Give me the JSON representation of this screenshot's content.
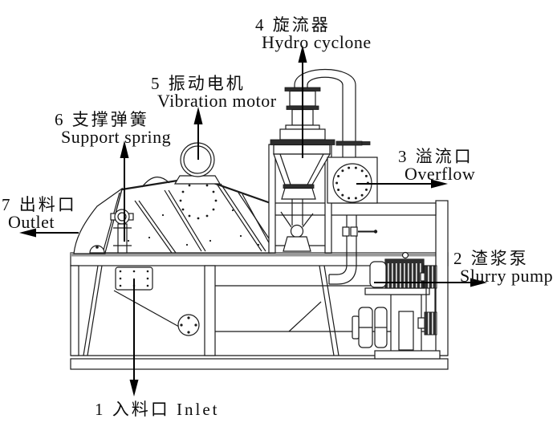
{
  "labels": {
    "hydro_cyclone": {
      "line1": "4 旋流器",
      "line2": "Hydro cyclone"
    },
    "vibration_motor": {
      "line1": "5 振动电机",
      "line2": "Vibration motor"
    },
    "support_spring": {
      "line1": "6 支撑弹簧",
      "line2": "Support spring"
    },
    "outlet": {
      "line1": "7 出料口",
      "line2": "Outlet"
    },
    "overflow": {
      "line1": "3 溢流口",
      "line2": "Overflow"
    },
    "slurry_pump": {
      "line1": "2 渣浆泵",
      "line2": "Slurry pump"
    },
    "inlet": {
      "line1": "1 入料口 Inlet",
      "line2": ""
    }
  },
  "colors": {
    "line": "#1a1a1a",
    "dark_fill": "#2e2e2e",
    "deck_gray": "#999999",
    "arrow": "#000000",
    "background": "#ffffff"
  }
}
